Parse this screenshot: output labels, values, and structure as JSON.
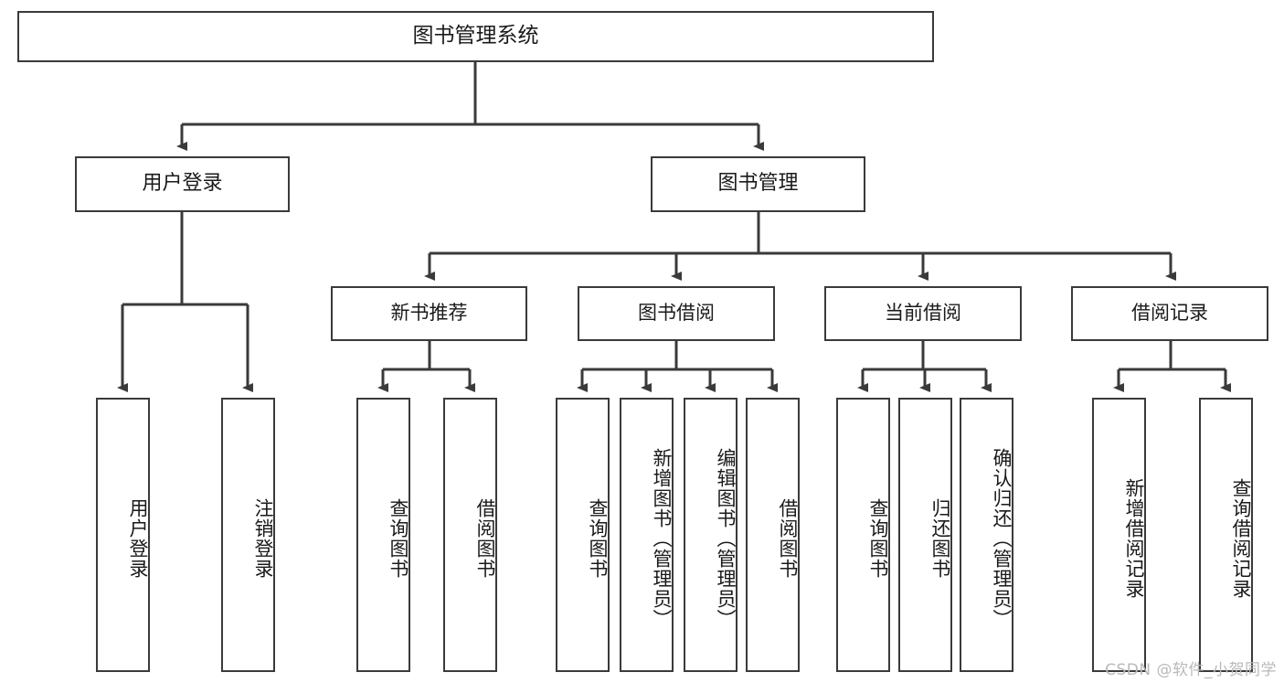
{
  "diagram": {
    "type": "tree",
    "title_node": "图书管理系统",
    "watermark": "CSDN @软件_小贺同学",
    "colors": {
      "stroke": "#3a3a3a",
      "fill": "#ffffff",
      "watermark": "#b9b9b9"
    },
    "nodes": {
      "root": {
        "label": "图书管理系统"
      },
      "level1": [
        {
          "id": "user_login",
          "label": "用户登录"
        },
        {
          "id": "book_manage",
          "label": "图书管理"
        }
      ],
      "level2": [
        {
          "id": "new_book_rec",
          "label": "新书推荐"
        },
        {
          "id": "book_borrow",
          "label": "图书借阅"
        },
        {
          "id": "current_borrow",
          "label": "当前借阅"
        },
        {
          "id": "borrow_record",
          "label": "借阅记录"
        }
      ],
      "leaves": {
        "user_login": [
          {
            "id": "leaf_user_login",
            "label": "用户登录"
          },
          {
            "id": "leaf_logout",
            "label": "注销登录"
          }
        ],
        "new_book_rec": [
          {
            "id": "leaf_query_book_1",
            "label": "查询图书"
          },
          {
            "id": "leaf_borrow_book_1",
            "label": "借阅图书"
          }
        ],
        "book_borrow": [
          {
            "id": "leaf_query_book_2",
            "label": "查询图书"
          },
          {
            "id": "leaf_add_book",
            "label": "新增图书（管理员）"
          },
          {
            "id": "leaf_edit_book",
            "label": "编辑图书（管理员）"
          },
          {
            "id": "leaf_borrow_book_2",
            "label": "借阅图书"
          }
        ],
        "current_borrow": [
          {
            "id": "leaf_query_book_3",
            "label": "查询图书"
          },
          {
            "id": "leaf_return_book",
            "label": "归还图书"
          },
          {
            "id": "leaf_confirm_return",
            "label": "确认归还（管理员）"
          }
        ],
        "borrow_record": [
          {
            "id": "leaf_add_record",
            "label": "新增借阅记录"
          },
          {
            "id": "leaf_query_record",
            "label": "查询借阅记录"
          }
        ]
      }
    },
    "edges": [
      {
        "from": "root",
        "to": "user_login"
      },
      {
        "from": "root",
        "to": "book_manage"
      },
      {
        "from": "user_login",
        "to": "leaf_user_login"
      },
      {
        "from": "user_login",
        "to": "leaf_logout"
      },
      {
        "from": "book_manage",
        "to": "new_book_rec"
      },
      {
        "from": "book_manage",
        "to": "book_borrow"
      },
      {
        "from": "book_manage",
        "to": "current_borrow"
      },
      {
        "from": "book_manage",
        "to": "borrow_record"
      },
      {
        "from": "new_book_rec",
        "to": "leaf_query_book_1"
      },
      {
        "from": "new_book_rec",
        "to": "leaf_borrow_book_1"
      },
      {
        "from": "book_borrow",
        "to": "leaf_query_book_2"
      },
      {
        "from": "book_borrow",
        "to": "leaf_add_book"
      },
      {
        "from": "book_borrow",
        "to": "leaf_edit_book"
      },
      {
        "from": "book_borrow",
        "to": "leaf_borrow_book_2"
      },
      {
        "from": "current_borrow",
        "to": "leaf_query_book_3"
      },
      {
        "from": "current_borrow",
        "to": "leaf_return_book"
      },
      {
        "from": "current_borrow",
        "to": "leaf_confirm_return"
      },
      {
        "from": "borrow_record",
        "to": "leaf_add_record"
      },
      {
        "from": "borrow_record",
        "to": "leaf_query_record"
      }
    ]
  }
}
